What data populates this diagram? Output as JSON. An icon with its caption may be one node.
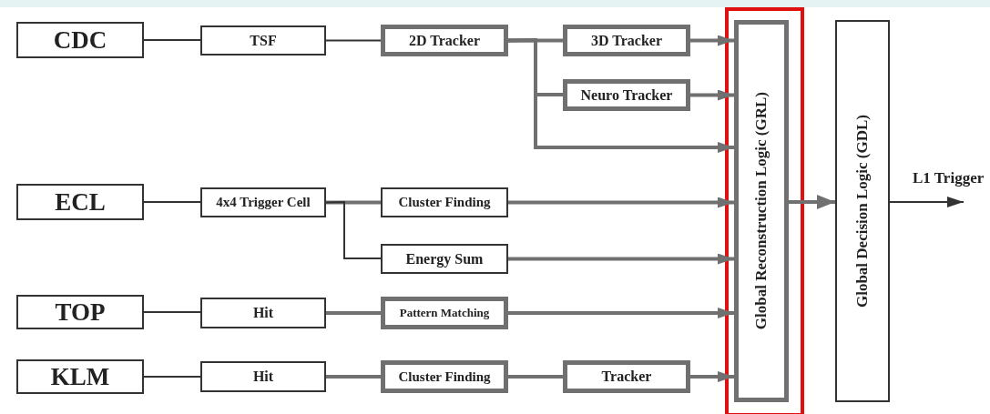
{
  "diagram": {
    "nodes": [
      {
        "text": [
          "CDC"
        ]
      },
      {
        "text": [
          "TSF"
        ]
      },
      {
        "text": [
          "2D Tracker"
        ]
      },
      {
        "text": [
          "3D Tracker"
        ]
      },
      {
        "text": [
          "Neuro Tracker"
        ]
      },
      {
        "text": [
          "ECL"
        ]
      },
      {
        "text": [
          "4x4 Trigger Cell"
        ]
      },
      {
        "text": [
          "Cluster Finding"
        ]
      },
      {
        "text": [
          "Energy Sum"
        ]
      },
      {
        "text": [
          "TOP"
        ]
      },
      {
        "text": [
          "Hit"
        ]
      },
      {
        "text": [
          "Pattern Matching"
        ]
      },
      {
        "text": [
          "KLM"
        ]
      },
      {
        "text": [
          "Hit"
        ]
      },
      {
        "text": [
          "Cluster Finding"
        ]
      },
      {
        "text": [
          "Tracker"
        ]
      },
      {
        "text": [
          "Global Reconstruction Logic (GRL)"
        ]
      },
      {
        "text": [
          "Global Decision Logic (GDL)"
        ]
      }
    ],
    "edges": [
      {
        "from": 0,
        "to": 1,
        "arrow": "none",
        "color": "#333333"
      },
      {
        "from": 1,
        "to": 2,
        "arrow": "none",
        "color": "#333333"
      },
      {
        "from": 2,
        "to": 3,
        "arrow": "none"
      },
      {
        "from": 2,
        "to": 4,
        "arrow": "none"
      },
      {
        "from": 2,
        "to": 16,
        "arrow": "to"
      },
      {
        "from": 3,
        "to": 16,
        "arrow": "to"
      },
      {
        "from": 4,
        "to": 16,
        "arrow": "to"
      },
      {
        "from": 5,
        "to": 6,
        "arrow": "none",
        "color": "#333333"
      },
      {
        "from": 6,
        "to": 7,
        "arrow": "none"
      },
      {
        "from": 6,
        "to": 8,
        "arrow": "none",
        "color": "#333333"
      },
      {
        "from": 7,
        "to": 16,
        "arrow": "to"
      },
      {
        "from": 8,
        "to": 16,
        "arrow": "to"
      },
      {
        "from": 9,
        "to": 10,
        "arrow": "none",
        "color": "#333333"
      },
      {
        "from": 10,
        "to": 11,
        "arrow": "none"
      },
      {
        "from": 11,
        "to": 16,
        "arrow": "to"
      },
      {
        "from": 12,
        "to": 13,
        "arrow": "none",
        "color": "#333333"
      },
      {
        "from": 13,
        "to": 14,
        "arrow": "none"
      },
      {
        "from": 14,
        "to": 15,
        "arrow": "none"
      },
      {
        "from": 15,
        "to": 16,
        "arrow": "to"
      },
      {
        "from": 16,
        "to": 17,
        "arrow": "to"
      },
      {
        "from": 17,
        "to": null,
        "arrow": "to",
        "label": "L1 Trigger",
        "color": "#333333"
      }
    ]
  }
}
